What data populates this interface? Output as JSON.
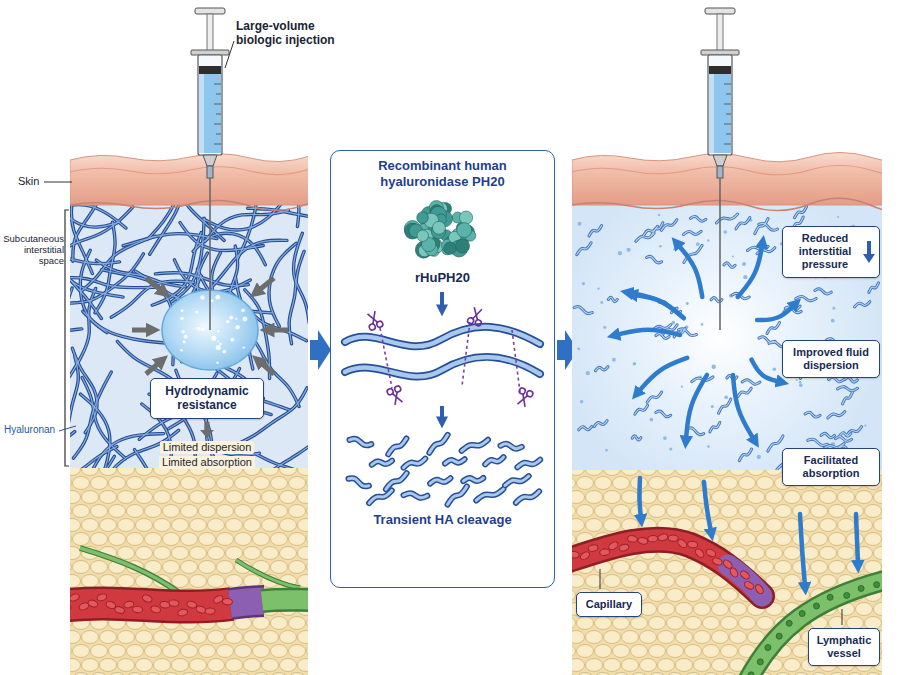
{
  "diagram": {
    "nodes": [
      {
        "text": [
          "Hydrodynamic resistance"
        ]
      },
      {
        "text": [
          "Recombinant human hyaluronidase PH20",
          "rHuPH20",
          "Transient HA cleavage"
        ]
      },
      {
        "text": [
          "Reduced interstitial pressure"
        ]
      },
      {
        "text": [
          "Improved fluid dispersion"
        ]
      },
      {
        "text": [
          "Facilitated absorption"
        ]
      },
      {
        "text": [
          "Capillary"
        ]
      },
      {
        "text": [
          "Lymphatic vessel"
        ]
      }
    ],
    "labels": [
      "Large-volume biologic injection",
      "Skin",
      "Subcutaneous interstitial space",
      "Hyaluronan",
      "Limited dispersion",
      "Limited absorption"
    ]
  }
}
